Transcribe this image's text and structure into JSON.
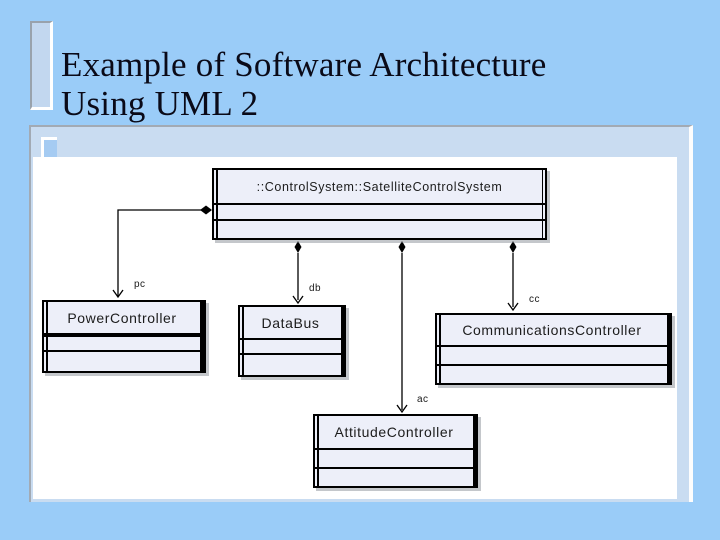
{
  "slide": {
    "title_lines": [
      "Example of Software Architecture",
      "Using UML 2"
    ]
  },
  "diagram": {
    "system_box": {
      "label": "::ControlSystem::SatelliteControlSystem"
    },
    "components": [
      {
        "label": "PowerController",
        "port": "pc"
      },
      {
        "label": "DataBus",
        "port": "db"
      },
      {
        "label": "CommunicationsController",
        "port": "cc"
      },
      {
        "label": "AttitudeController",
        "port": "ac"
      }
    ]
  },
  "colors": {
    "background": "#9accf8",
    "panel": "#c9dcf1",
    "canvas": "#ffffff",
    "box_fill": "#edeff9",
    "line": "#000000",
    "title_text": "#0a0a18",
    "shadow": "#8f949c"
  }
}
